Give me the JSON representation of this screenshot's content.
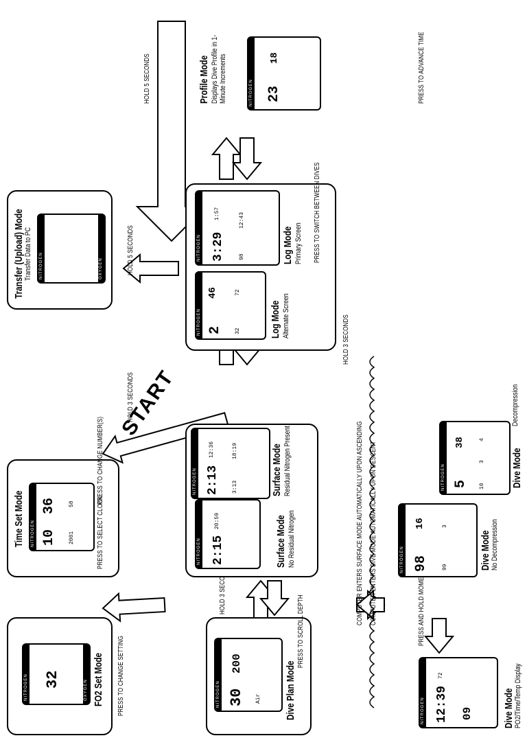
{
  "start_label": "START",
  "modes": {
    "fo2_set": {
      "title": "FO2 Set Mode",
      "hint": "PRESS TO CHANGE SETTING",
      "readout": "32"
    },
    "dive_plan": {
      "title": "Dive Plan Mode",
      "hint_a": "PRESS TO SCROLL DEPTH",
      "hold_hint": "HOLD 3 SECONDS",
      "depth": "30",
      "time": "200",
      "gas": "Air"
    },
    "time_set": {
      "title": "Time Set Mode",
      "hint_a": "PRESS TO SELECT CLOCK",
      "hint_b": "PRESS TO CHANGE NUMBER(S)",
      "hold_hint": "HOLD 3 SECONDS",
      "hours": "10",
      "minutes": "36",
      "year": "2001",
      "seconds": "58"
    },
    "surface": {
      "title_a": "Surface Mode",
      "sub_a": "No Residual Nitrogen",
      "title_b": "Surface Mode",
      "sub_b": "Residual Nitrogen Present",
      "readout_a1": "2:15",
      "readout_a2": "20:59",
      "readout_b1": "2:13",
      "readout_b2": "12:36",
      "readout_b3": "3:13",
      "readout_b4": "18:19"
    },
    "transfer": {
      "title": "Transfer (Upload) Mode",
      "sub": "Transfer Data to PC",
      "hold_hint": "HOLD 5 SECONDS"
    },
    "log": {
      "title_alt": "Log Mode",
      "sub_alt": "Alternate Screen",
      "title_pri": "Log Mode",
      "sub_pri": "Primary Screen",
      "hint_b": "PRESS TO SWITCH BETWEEN DIVES",
      "hold_hint": "HOLD 3 SECONDS",
      "alt_num": "2",
      "alt_depth": "46",
      "alt_temp1": "32",
      "alt_temp2": "72",
      "pri_time": "3:29",
      "pri_clock": "1:57",
      "pri_depth": "98",
      "pri_clock2": "12:43"
    },
    "profile": {
      "title": "Profile Mode",
      "sub": "Displays Dive Profile in 1-Minute Increments",
      "hint_a": "PRESS TO ADVANCE TIME",
      "hold_hint": "HOLD 5 SECONDS",
      "depth": "23",
      "time": "18"
    },
    "dive": {
      "title_po2": "Dive Mode",
      "sub_po2": "PO2/Time/Temp Display",
      "title_nodeco": "Dive Mode",
      "sub_nodeco": "No Decompression",
      "title_deco": "Dive Mode",
      "sub_deco": "Decompression",
      "hint_a": "PRESS AND HOLD MOMENTARILY",
      "po2_time": "12:39",
      "po2_temp": "72",
      "po2_val": "09",
      "nd_depth": "98",
      "nd_time": "16",
      "nd_max": "99",
      "nd_left": "3",
      "dc_depth": "5",
      "dc_time": "38",
      "dc_stop": "10",
      "dc_ndl": "3",
      "dc_tot": "4"
    }
  },
  "notes": {
    "surface_auto": "COMPUTER ENTERS SURFACE MODE AUTOMATICALLY UPON ASCENDING",
    "dive_auto": "COMPUTER ENTERS DIVE MODE AUTOMATICALLY UPON DESCENT"
  },
  "lcd_labels": {
    "nitrogen": "NITROGEN",
    "oxygen": "OXYGEN"
  }
}
